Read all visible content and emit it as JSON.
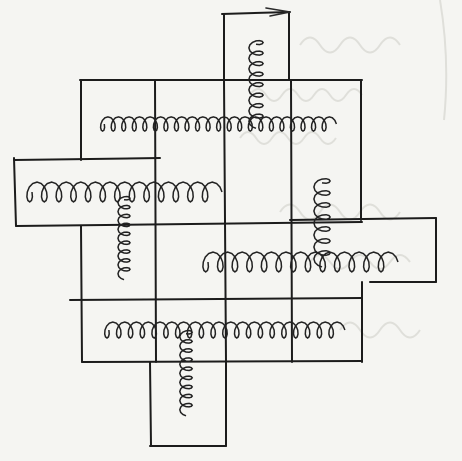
{
  "image": {
    "kind": "hand-drawn cross-shaped grid with looped strands on paper",
    "bleed_through_text": [
      "",
      "",
      "",
      "",
      "",
      ""
    ]
  },
  "grid": {
    "columns": 4,
    "rows": 4,
    "arms": [
      "top",
      "left",
      "right",
      "bottom"
    ]
  },
  "strands": [
    {
      "name": "strand-top-horizontal",
      "orientation": "horizontal",
      "loops": 22
    },
    {
      "name": "strand-middle-horizontal",
      "orientation": "horizontal",
      "loops": 13
    },
    {
      "name": "strand-right-horizontal",
      "orientation": "horizontal",
      "loops": 13
    },
    {
      "name": "strand-bottom-horizontal",
      "orientation": "horizontal",
      "loops": 20
    },
    {
      "name": "strand-top-vertical",
      "orientation": "vertical",
      "loops": 8
    },
    {
      "name": "strand-left-vertical",
      "orientation": "vertical",
      "loops": 9
    },
    {
      "name": "strand-right-vertical",
      "orientation": "vertical",
      "loops": 7
    },
    {
      "name": "strand-bottom-vertical",
      "orientation": "vertical",
      "loops": 9
    }
  ],
  "colors": {
    "ink": "#1c1c1c",
    "paper": "#f5f5f2",
    "bleed": "#c9c9c4"
  }
}
